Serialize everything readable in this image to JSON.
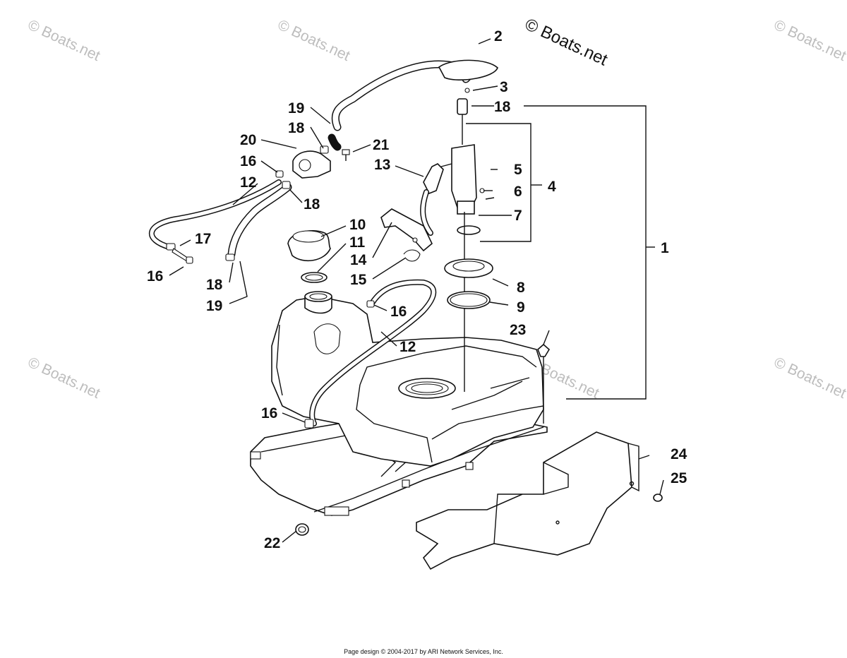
{
  "copyright_mark": "© Boats.net",
  "watermark_text": "© Boats.net",
  "footer": "Page design © 2004-2017 by ARI Network Services, Inc.",
  "callouts": [
    "1",
    "2",
    "3",
    "4",
    "5",
    "6",
    "7",
    "8",
    "9",
    "10",
    "11",
    "12",
    "13",
    "14",
    "15",
    "16",
    "17",
    "18",
    "19",
    "20",
    "21",
    "22",
    "23",
    "24",
    "25"
  ],
  "labels": {
    "l1": "1",
    "l2": "2",
    "l3": "3",
    "l4": "4",
    "l5": "5",
    "l6": "6",
    "l7": "7",
    "l8": "8",
    "l9": "9",
    "l10": "10",
    "l11": "11",
    "l12a": "12",
    "l12b": "12",
    "l13": "13",
    "l14": "14",
    "l15": "15",
    "l16a": "16",
    "l16b": "16",
    "l16c": "16",
    "l16d": "16",
    "l17": "17",
    "l18a": "18",
    "l18b": "18",
    "l18c": "18",
    "l18d": "18",
    "l19a": "19",
    "l19b": "19",
    "l20": "20",
    "l21": "21",
    "l22": "22",
    "l23": "23",
    "l24": "24",
    "l25": "25"
  },
  "colors": {
    "line": "#111111",
    "watermark": "#bdbdbd",
    "background": "#ffffff"
  }
}
